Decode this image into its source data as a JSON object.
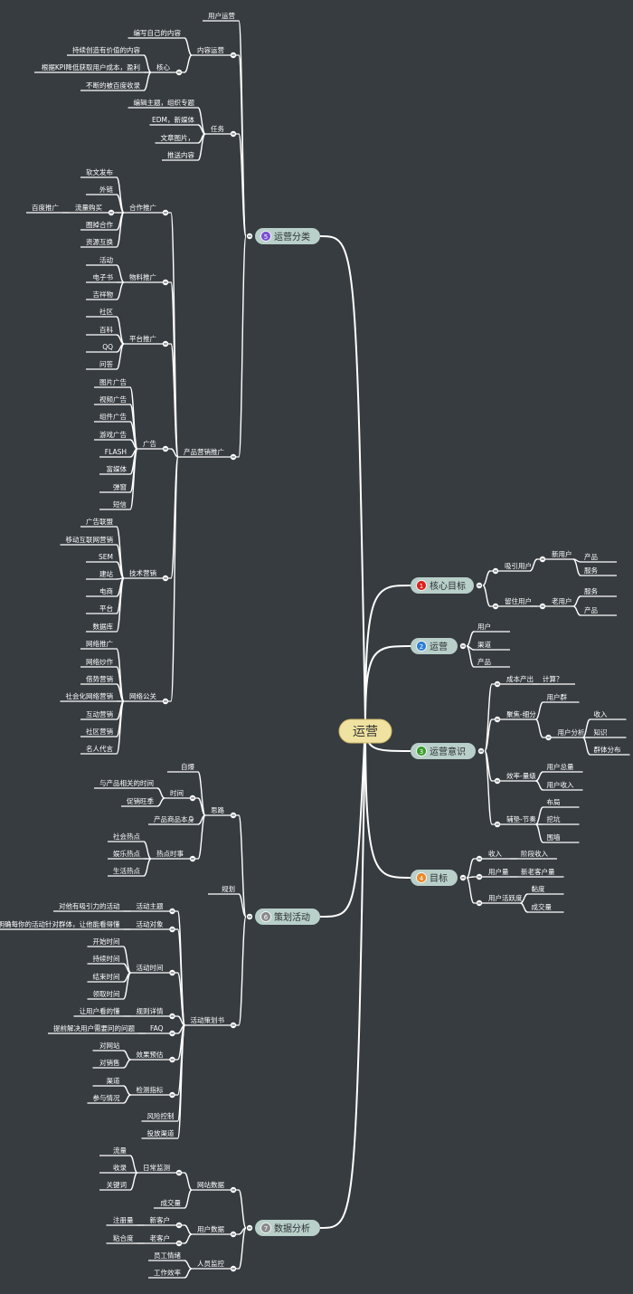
{
  "colors": {
    "background": "#373c40",
    "line": "#ffffff",
    "text": "#ffffff",
    "center_fill": "#f0e2a0",
    "branch_fill": "#b9cfc9",
    "badge_1": "#d9231e",
    "badge_2": "#2f7ed3",
    "badge_3": "#3a9c2e",
    "badge_4": "#e8892a",
    "badge_5": "#7a4fd3",
    "badge_6": "#8a8a8a",
    "badge_7": "#8a8a8a"
  },
  "center": "运营",
  "branches": [
    {
      "badge": "1",
      "label": "核心目标",
      "children": [
        {
          "label": "吸引用户",
          "children": [
            {
              "label": "新用户",
              "children": [
                {
                  "label": "产品"
                },
                {
                  "label": "服务"
                }
              ]
            }
          ]
        },
        {
          "label": "留住用户",
          "children": [
            {
              "label": "老用户",
              "children": [
                {
                  "label": "服务"
                },
                {
                  "label": "产品"
                }
              ]
            }
          ]
        }
      ]
    },
    {
      "badge": "2",
      "label": "运营",
      "children": [
        {
          "label": "用户"
        },
        {
          "label": "渠道"
        },
        {
          "label": "产品"
        }
      ]
    },
    {
      "badge": "3",
      "label": "运营意识",
      "children": [
        {
          "label": "成本产出",
          "children": [
            {
              "label": "计算？"
            }
          ]
        },
        {
          "label": "聚焦-细分",
          "children": [
            {
              "label": "用户群"
            },
            {
              "label": "用户分析",
              "children": [
                {
                  "label": "收入"
                },
                {
                  "label": "知识"
                },
                {
                  "label": "群体分布"
                }
              ]
            }
          ]
        },
        {
          "label": "效率-量级",
          "children": [
            {
              "label": "用户总量"
            },
            {
              "label": "用户收入"
            }
          ]
        },
        {
          "label": "辅垫-节奏",
          "children": [
            {
              "label": "布局"
            },
            {
              "label": "挖坑"
            },
            {
              "label": "围墙"
            }
          ]
        }
      ]
    },
    {
      "badge": "4",
      "label": "目标",
      "children": [
        {
          "label": "收入",
          "children": [
            {
              "label": "阶段收入"
            }
          ]
        },
        {
          "label": "用户量",
          "children": [
            {
              "label": "新老客户量"
            }
          ]
        },
        {
          "label": "用户活跃度",
          "children": [
            {
              "label": "黏度"
            },
            {
              "label": "成交量"
            }
          ]
        }
      ]
    },
    {
      "badge": "5",
      "label": "运营分类",
      "children": [
        {
          "label": "用户运营"
        },
        {
          "label": "内容运营",
          "children": [
            {
              "label": "编写自己的内容"
            },
            {
              "label": "核心",
              "children": [
                {
                  "label": "持续创造有价值的内容"
                },
                {
                  "label": "根据KPI降低获取用户成本，盈利"
                },
                {
                  "label": "不断的被百度收录"
                }
              ]
            }
          ]
        },
        {
          "label": "任务",
          "children": [
            {
              "label": "编辑主题，组织专题"
            },
            {
              "label": "EDM，新媒体"
            },
            {
              "label": "文章图片，"
            },
            {
              "label": "推送内容"
            }
          ]
        },
        {
          "label": "产品营销推广",
          "children": [
            {
              "label": "合作推广",
              "children": [
                {
                  "label": "软文发布"
                },
                {
                  "label": "外链"
                },
                {
                  "label": "流量购买",
                  "children": [
                    {
                      "label": "百度推广"
                    }
                  ]
                },
                {
                  "label": "圈掉合作"
                },
                {
                  "label": "资源互换"
                }
              ]
            },
            {
              "label": "物料推广",
              "children": [
                {
                  "label": "活动"
                },
                {
                  "label": "电子书"
                },
                {
                  "label": "吉祥物"
                }
              ]
            },
            {
              "label": "平台推广",
              "children": [
                {
                  "label": "社区"
                },
                {
                  "label": "百科"
                },
                {
                  "label": "QQ"
                },
                {
                  "label": "问答"
                }
              ]
            },
            {
              "label": "广告",
              "children": [
                {
                  "label": "图片广告"
                },
                {
                  "label": "视频广告"
                },
                {
                  "label": "组件广告"
                },
                {
                  "label": "游戏广告"
                },
                {
                  "label": "FLASH"
                },
                {
                  "label": "富媒体"
                },
                {
                  "label": "弹窗"
                },
                {
                  "label": "短信"
                }
              ]
            },
            {
              "label": "技术营销",
              "children": [
                {
                  "label": "广告联盟"
                },
                {
                  "label": "移动互联网营销"
                },
                {
                  "label": "SEM"
                },
                {
                  "label": "建站"
                },
                {
                  "label": "电商"
                },
                {
                  "label": "平台"
                },
                {
                  "label": "数据库"
                }
              ]
            },
            {
              "label": "网络公关",
              "children": [
                {
                  "label": "网络推广"
                },
                {
                  "label": "网络炒作"
                },
                {
                  "label": "借势营销"
                },
                {
                  "label": "社会化网络营销"
                },
                {
                  "label": "互动营销"
                },
                {
                  "label": "社区营销"
                },
                {
                  "label": "名人代言"
                }
              ]
            }
          ]
        }
      ]
    },
    {
      "badge": "6",
      "label": "策划活动",
      "children": [
        {
          "label": "思路",
          "children": [
            {
              "label": "自爆"
            },
            {
              "label": "时间",
              "children": [
                {
                  "label": "与产品相关的时间"
                },
                {
                  "label": "促销旺季"
                }
              ]
            },
            {
              "label": "产品商品本身"
            },
            {
              "label": "热点时事",
              "children": [
                {
                  "label": "社会热点"
                },
                {
                  "label": "娱乐热点"
                },
                {
                  "label": "生活热点"
                }
              ]
            }
          ]
        },
        {
          "label": "规划"
        },
        {
          "label": "活动策划书",
          "children": [
            {
              "label": "活动主题",
              "children": [
                {
                  "label": "对他有吸引力的活动"
                }
              ]
            },
            {
              "label": "活动对象",
              "children": [
                {
                  "label": "明确每你的活动针对群体，让他能看得懂"
                }
              ]
            },
            {
              "label": "活动时间",
              "children": [
                {
                  "label": "开始时间"
                },
                {
                  "label": "持续时间"
                },
                {
                  "label": "结束时间"
                },
                {
                  "label": "领取时间"
                }
              ]
            },
            {
              "label": "规则详情",
              "children": [
                {
                  "label": "让用户看的懂"
                }
              ]
            },
            {
              "label": "FAQ",
              "children": [
                {
                  "label": "提前解决用户需要问的问题"
                }
              ]
            },
            {
              "label": "效果预估",
              "children": [
                {
                  "label": "对网站"
                },
                {
                  "label": "对销售"
                }
              ]
            },
            {
              "label": "检测指标",
              "children": [
                {
                  "label": "渠道"
                },
                {
                  "label": "参与情况"
                }
              ]
            },
            {
              "label": "风险控制"
            },
            {
              "label": "投放渠道"
            }
          ]
        }
      ]
    },
    {
      "badge": "7",
      "label": "数据分析",
      "children": [
        {
          "label": "网站数据",
          "children": [
            {
              "label": "日常监测",
              "children": [
                {
                  "label": "流量"
                },
                {
                  "label": "收录"
                },
                {
                  "label": "关键词"
                }
              ]
            },
            {
              "label": "成交量"
            }
          ]
        },
        {
          "label": "用户数据",
          "children": [
            {
              "label": "新客户",
              "children": [
                {
                  "label": "注册量"
                }
              ]
            },
            {
              "label": "老客户",
              "children": [
                {
                  "label": "粘合度"
                }
              ]
            }
          ]
        },
        {
          "label": "人员监控",
          "children": [
            {
              "label": "员工情绪"
            },
            {
              "label": "工作效率"
            }
          ]
        }
      ]
    }
  ]
}
